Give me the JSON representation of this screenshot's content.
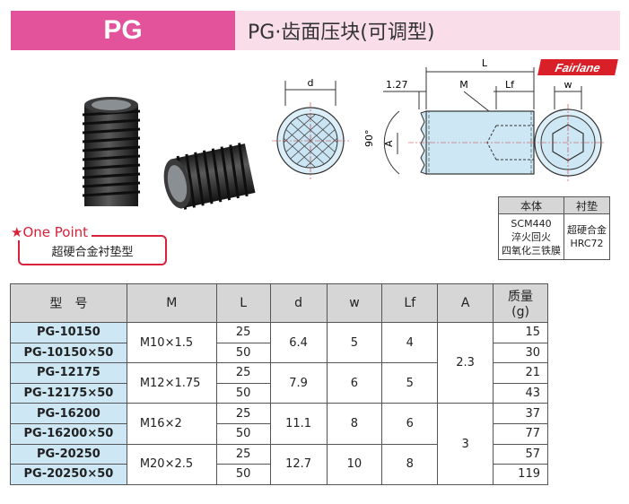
{
  "header": {
    "code": "PG",
    "title": "PG·齿面压块(可调型)"
  },
  "brand": "Fairlane",
  "one_point": {
    "title": "★One Point",
    "text": "超硬合金衬垫型"
  },
  "drawing_labels": {
    "d": "d",
    "L": "L",
    "dim_127": "1.27",
    "M": "M",
    "Lf": "Lf",
    "angle": "90°",
    "A": "A",
    "w": "w"
  },
  "materials": {
    "headers": [
      "本体",
      "衬垫"
    ],
    "body": [
      "SCM440",
      "淬火回火",
      "四氧化三铁膜"
    ],
    "pad": [
      "超硬合金",
      "HRC72"
    ]
  },
  "table": {
    "headers": [
      "型　号",
      "M",
      "L",
      "d",
      "w",
      "Lf",
      "A",
      "质量",
      "(g)"
    ],
    "codes": [
      "PG-10150",
      "PG-10150×50",
      "PG-12175",
      "PG-12175×50",
      "PG-16200",
      "PG-16200×50",
      "PG-20250",
      "PG-20250×50"
    ],
    "M": [
      "M10×1.5",
      "M12×1.75",
      "M16×2",
      "M20×2.5"
    ],
    "L": [
      "25",
      "50",
      "25",
      "50",
      "25",
      "50",
      "25",
      "50"
    ],
    "d": [
      "6.4",
      "7.9",
      "11.1",
      "12.7"
    ],
    "w": [
      "5",
      "6",
      "8",
      "10"
    ],
    "Lf": [
      "4",
      "5",
      "6",
      "8"
    ],
    "A": [
      "2.3",
      "3"
    ],
    "mass": [
      "15",
      "30",
      "21",
      "43",
      "37",
      "77",
      "57",
      "119"
    ]
  }
}
